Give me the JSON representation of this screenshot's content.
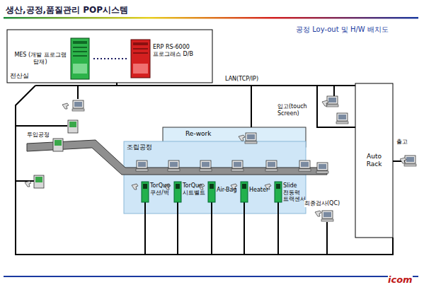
{
  "diagram": {
    "title": "생산,공정,품질관리 POP시스템",
    "nodes": [
      {
        "text": [
          "전산실"
        ]
      },
      {
        "text": [
          "MES (개발 프로그램 탑재)"
        ],
        "in": 0
      },
      {
        "text": [
          "ERP RS-6000 프로그래스 D/B"
        ],
        "in": 0
      },
      {
        "text": [
          "Re-work"
        ]
      },
      {
        "text": [
          "조립공정"
        ]
      },
      {
        "text": [
          "TorQue 쿠션/벅"
        ],
        "in": 4
      },
      {
        "text": [
          "TorQue 시트벨트"
        ],
        "in": 4
      },
      {
        "text": [
          "Air-Bag"
        ],
        "in": 4
      },
      {
        "text": [
          "Heater"
        ],
        "in": 4
      },
      {
        "text": [
          "Slide 전동력 트랙센서"
        ],
        "in": 4
      },
      {
        "text": [
          "Auto Rack"
        ]
      }
    ],
    "edges": [
      {
        "from": 1,
        "to": 2,
        "arrow": "none"
      }
    ],
    "labels": [
      "공정 Loy-out 및 H/W 배치도",
      "LAN(TCP/IP)",
      "투입공정",
      "입고(touch Screen)",
      "출고",
      "최종검사(QC)",
      "icom"
    ]
  }
}
